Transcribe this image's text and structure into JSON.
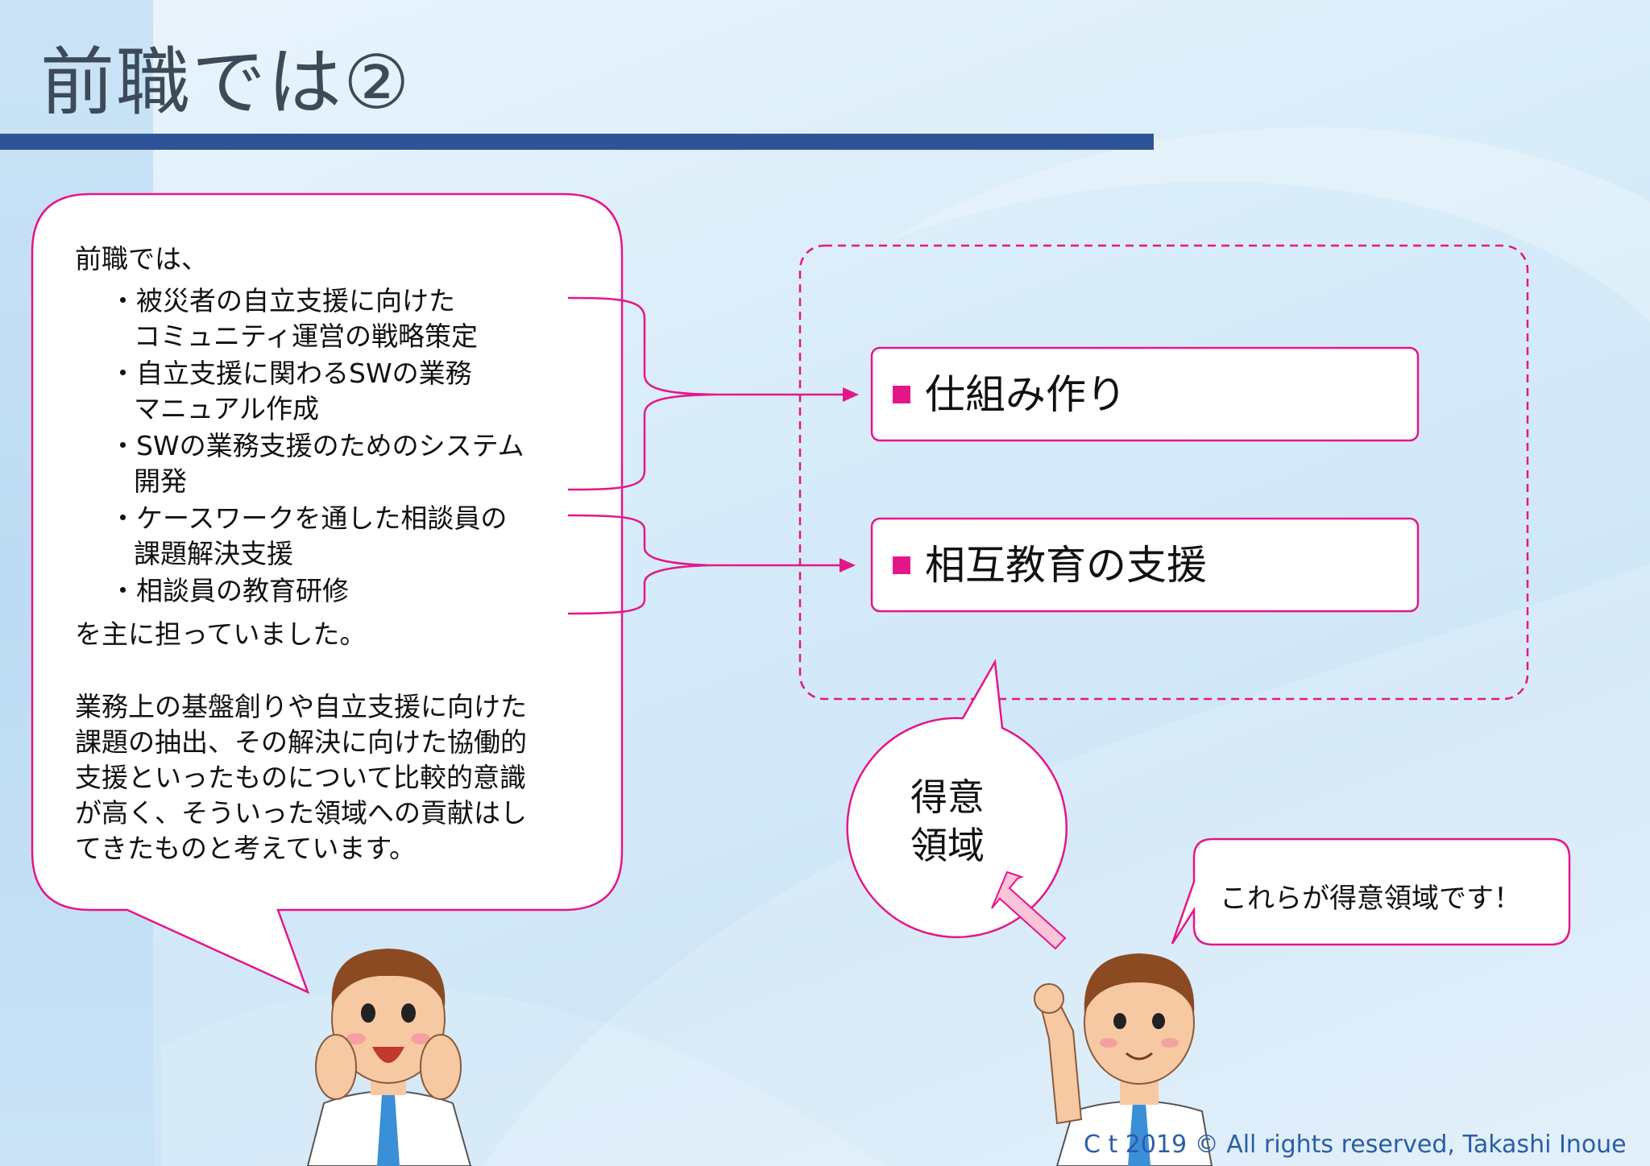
{
  "slide": {
    "title": "前職では②"
  },
  "left_bubble": {
    "intro": "前職では、",
    "items": [
      [
        "・被災者の自立支援に向けた",
        "コミュニティ運営の戦略策定"
      ],
      [
        "・自立支援に関わるSWの業務",
        "マニュアル作成"
      ],
      [
        "・SWの業務支援のためのシステム",
        "開発"
      ],
      [
        "・ケースワークを通した相談員の",
        "課題解決支援"
      ],
      [
        "・相談員の教育研修"
      ]
    ],
    "outro": "を主に担っていました。",
    "paragraph": [
      "業務上の基盤創りや自立支援に向けた",
      "課題の抽出、その解決に向けた協働的",
      "支援といったものについて比較的意識",
      "が高く、そういった領域への貢献はし",
      "てきたものと考えています。"
    ]
  },
  "boxes": [
    {
      "label": "仕組み作り"
    },
    {
      "label": "相互教育の支援"
    }
  ],
  "circle_bubble": {
    "lines": [
      "得意",
      "領域"
    ]
  },
  "right_bubble": {
    "text": "これらが得意領域です！"
  },
  "footer": {
    "copyright": "C     t 2019 © All rights reserved, Takashi Inoue"
  },
  "colors": {
    "accent": "#e5168a",
    "title_bar": "#2e5497",
    "title_text": "#3d4a5a",
    "copyright": "#2b5ea8"
  }
}
